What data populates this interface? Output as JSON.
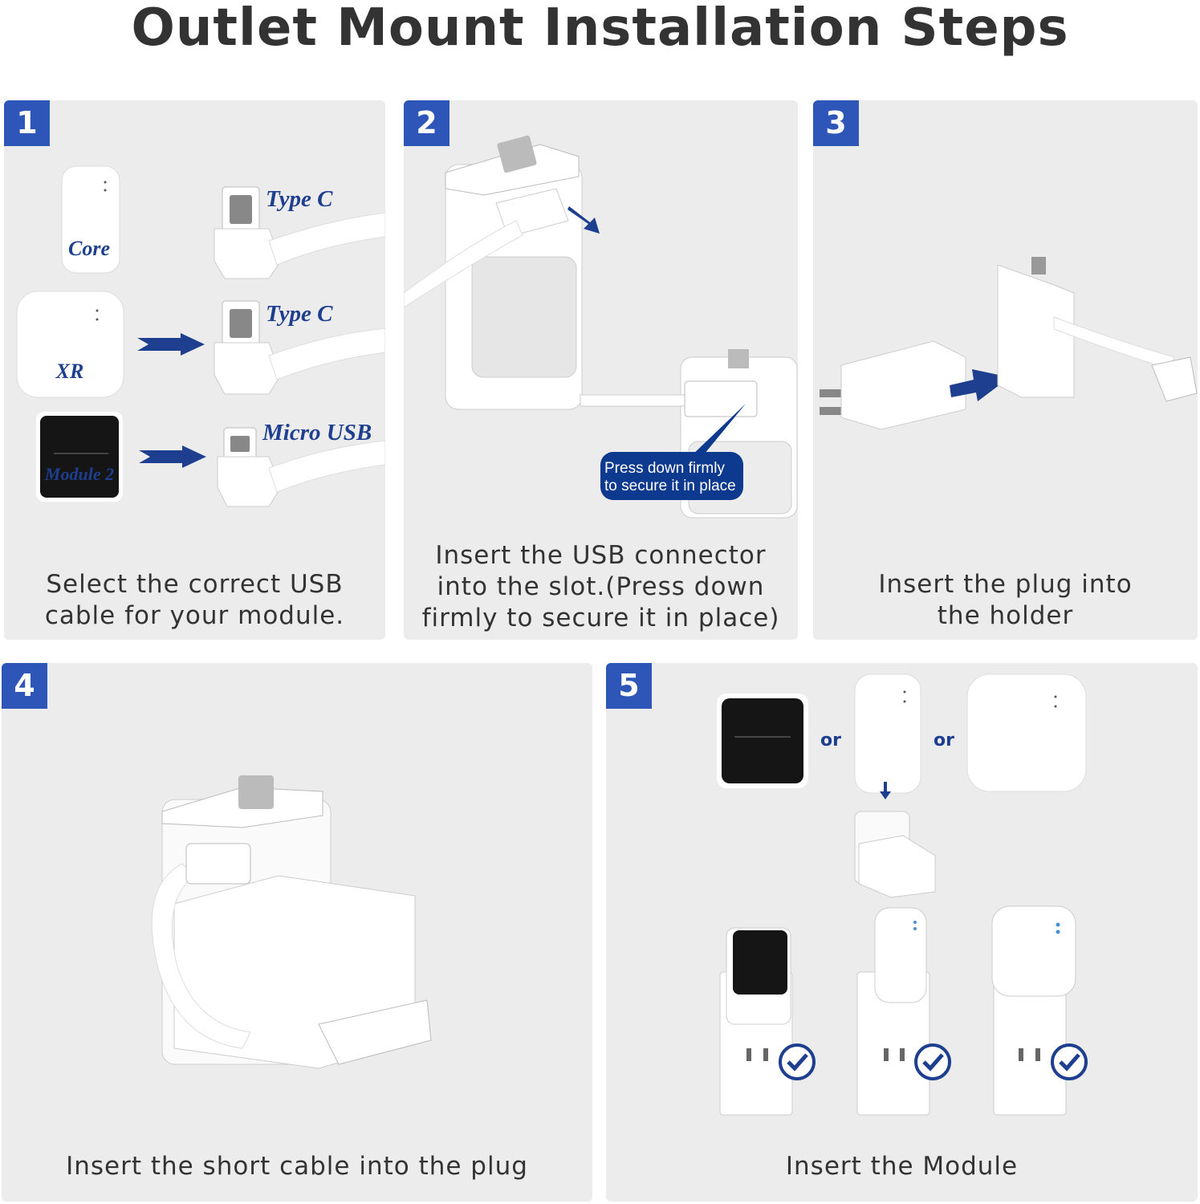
{
  "title": "Outlet Mount Installation Steps",
  "colors": {
    "accent": "#2e55b8",
    "panel": "#ececec",
    "text": "#333333",
    "label_blue": "#1e3f8f"
  },
  "steps": [
    {
      "number": "1",
      "caption": [
        "Select the correct USB",
        "cable for your module."
      ],
      "modules": [
        "Core",
        "XR",
        "Module 2"
      ],
      "connectors": [
        "Type C",
        "Type C",
        "Micro USB"
      ]
    },
    {
      "number": "2",
      "caption": [
        "Insert the USB connector",
        "into the slot.(Press down",
        "firmly to secure it in place)"
      ],
      "callout": [
        "Press down firmly",
        "to secure it in place"
      ]
    },
    {
      "number": "3",
      "caption": [
        "Insert the plug into",
        "the holder"
      ]
    },
    {
      "number": "4",
      "caption": [
        "Insert the short cable into the plug"
      ]
    },
    {
      "number": "5",
      "caption": [
        "Insert the Module"
      ],
      "or_labels": [
        "or",
        "or"
      ]
    }
  ]
}
